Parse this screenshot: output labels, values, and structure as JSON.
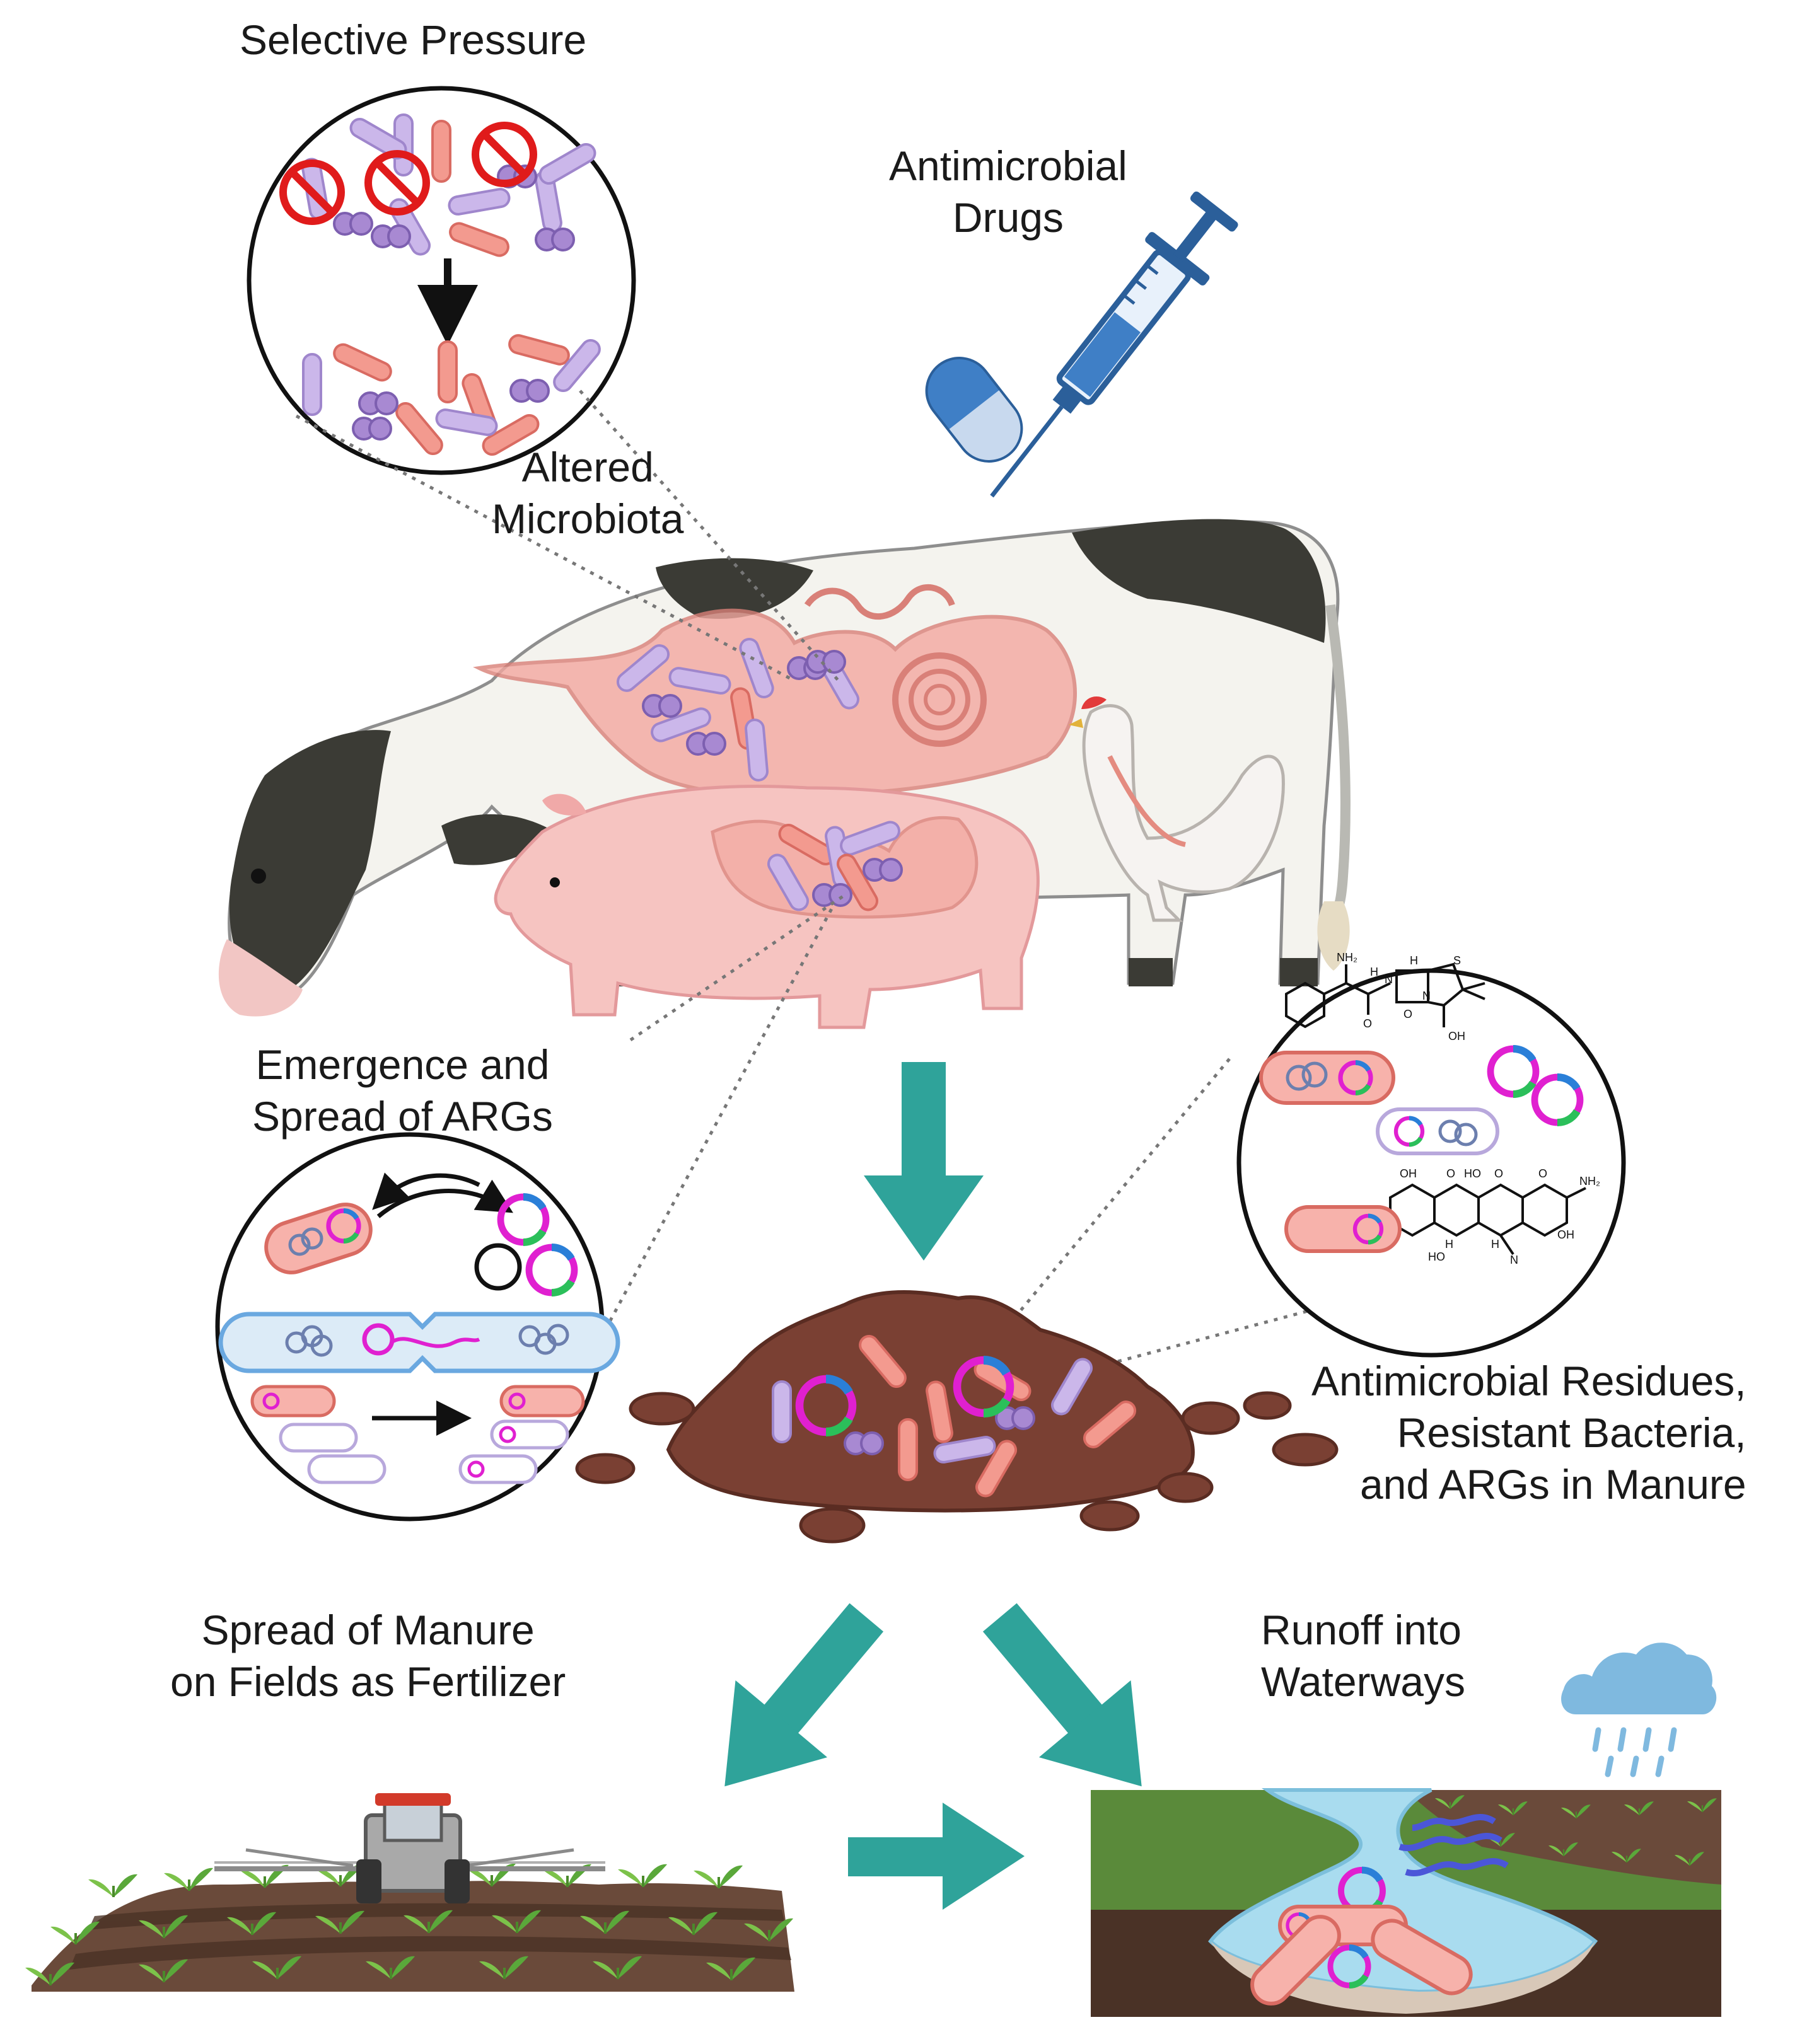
{
  "labels": {
    "selective_pressure": "Selective Pressure",
    "antimicrobial_drugs": [
      "Antimicrobial",
      "Drugs"
    ],
    "altered_microbiota": [
      "Altered",
      "Microbiota"
    ],
    "emergence_args": [
      "Emergence and",
      "Spread of ARGs"
    ],
    "manure_residues": [
      "Antimicrobial Residues,",
      "Resistant Bacteria,",
      "and ARGs in Manure"
    ],
    "spread_manure": [
      "Spread of Manure",
      "on Fields as Fertilizer"
    ],
    "runoff": [
      "Runoff into",
      "Waterways"
    ]
  },
  "chemistry": {
    "amoxicillin_groups": [
      "NH₂",
      "H",
      "N",
      "H",
      "S",
      "N",
      "O",
      "O",
      "OH"
    ],
    "tetracycline_groups": [
      "OH",
      "O",
      "HO",
      "O",
      "O",
      "NH₂",
      "OH",
      "OH",
      "N",
      "HO",
      "H",
      "H"
    ]
  },
  "colors": {
    "flow_arrow": "#2fa39a",
    "manure": "#7a4033",
    "bacteria_red": "#f08a80",
    "bacteria_purple": "#b7a0d8",
    "plasmid_magenta": "#e020d0",
    "water": "#9fd6ea",
    "grass": "#5a8a3a"
  }
}
